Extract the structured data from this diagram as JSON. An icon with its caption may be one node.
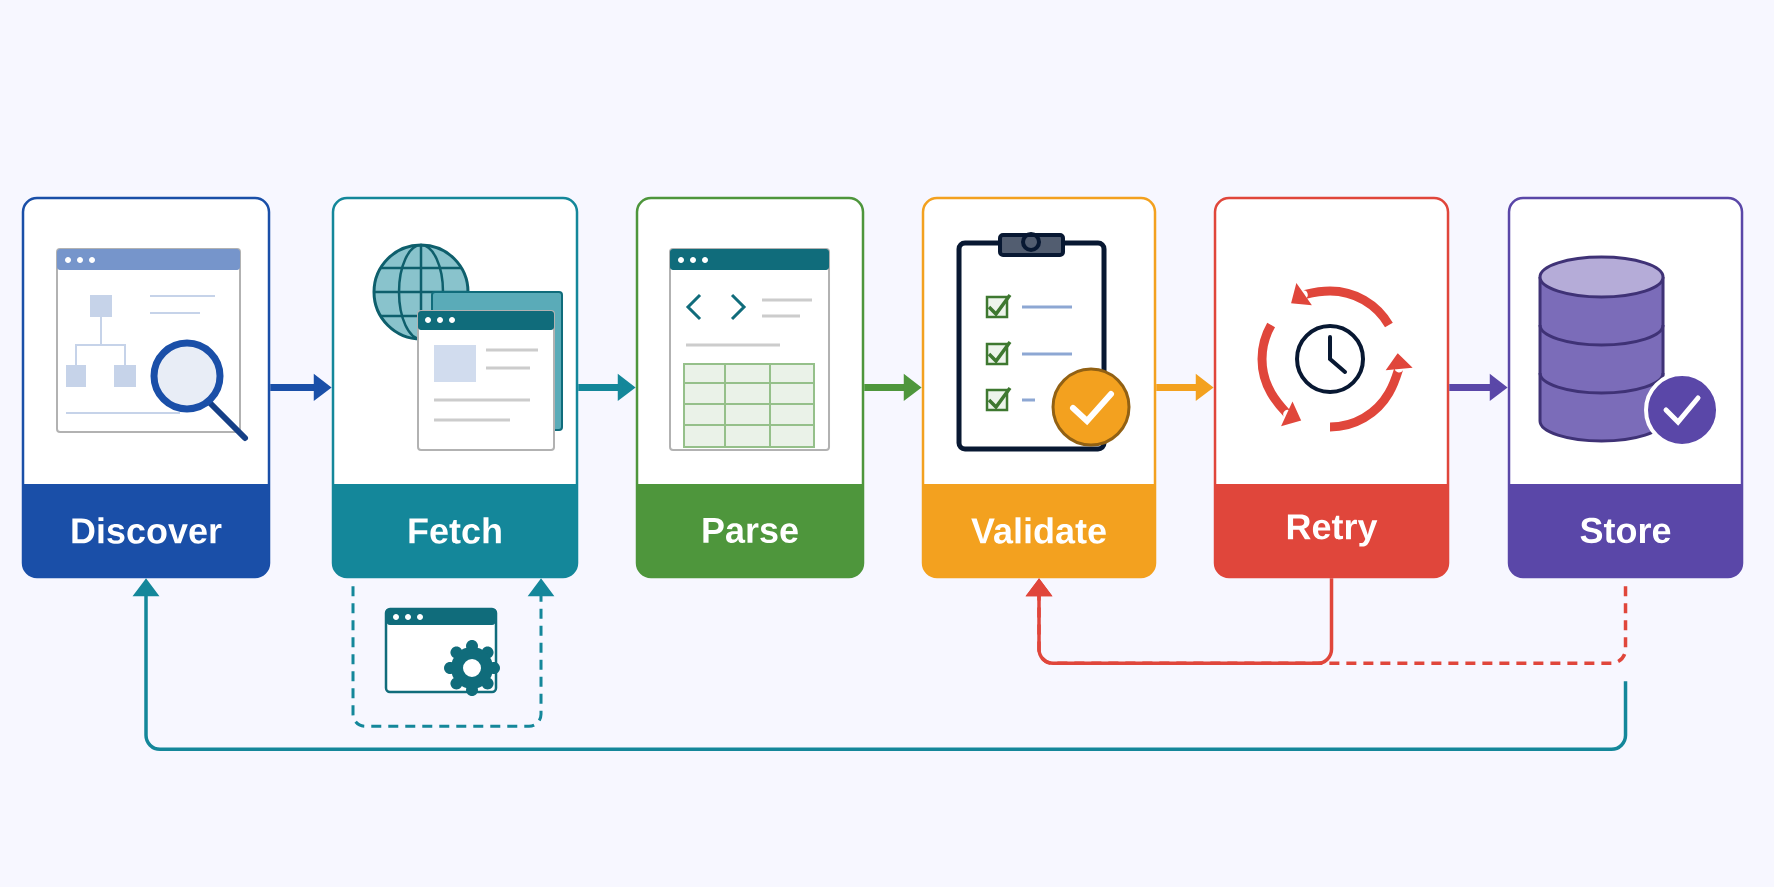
{
  "diagram": {
    "nodes": [
      {
        "text": [
          "Discover"
        ]
      },
      {
        "text": [
          "Fetch"
        ]
      },
      {
        "text": [
          "Parse"
        ]
      },
      {
        "text": [
          "Validate"
        ]
      },
      {
        "text": [
          "Retry"
        ]
      },
      {
        "text": [
          "Store"
        ]
      }
    ],
    "edges": [
      {
        "from": 0,
        "to": 1,
        "arrow": "to",
        "color": "#1a4fa8"
      },
      {
        "from": 1,
        "to": 2,
        "arrow": "to",
        "color": "#14879a"
      },
      {
        "from": 2,
        "to": 3,
        "arrow": "to",
        "color": "#4e963c"
      },
      {
        "from": 3,
        "to": 4,
        "arrow": "to",
        "color": "#f3a11f"
      },
      {
        "from": 4,
        "to": 5,
        "arrow": "to",
        "color": "#5a47a8"
      },
      {
        "from": 1,
        "to": 1,
        "arrow": "to",
        "style": "dashed",
        "color": "#14879a"
      },
      {
        "from": 4,
        "to": 3,
        "arrow": "to",
        "color": "#e0463b"
      },
      {
        "from": 5,
        "to": 3,
        "arrow": "to",
        "style": "dashed",
        "color": "#e0463b"
      },
      {
        "from": 5,
        "to": 0,
        "arrow": "to",
        "color": "#14879a"
      }
    ]
  }
}
